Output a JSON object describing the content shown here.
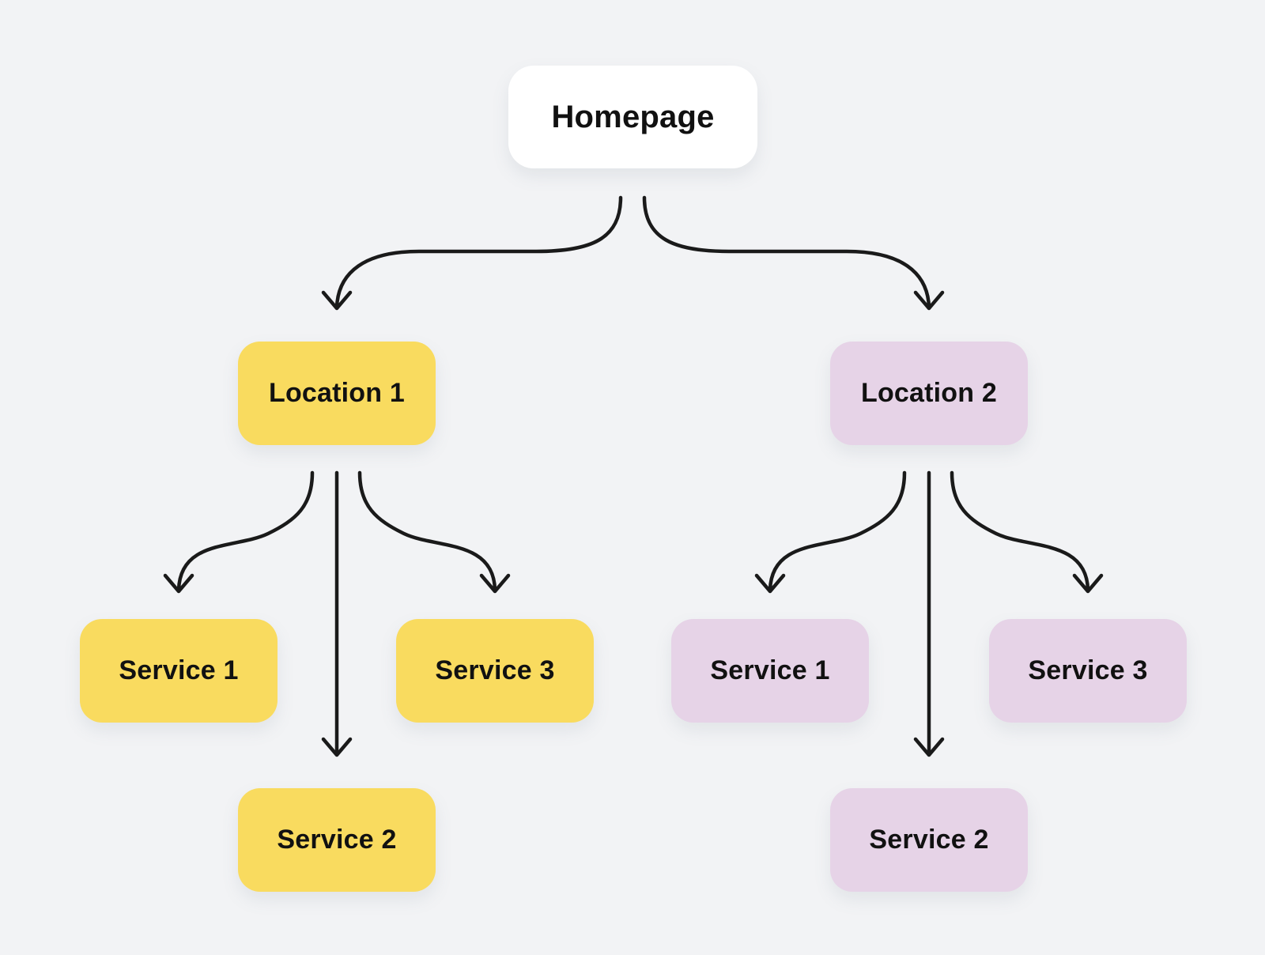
{
  "canvas": {
    "background_color": "#F2F3F5",
    "arrow_color": "#1A1A1A",
    "text_color": "#111111"
  },
  "tree": {
    "root": {
      "label": "Homepage",
      "bg": "#FFFFFF"
    },
    "branches": [
      {
        "location": {
          "label": "Location 1",
          "bg": "#F9DB5F"
        },
        "services": [
          {
            "label": "Service 1",
            "bg": "#F9DB5F"
          },
          {
            "label": "Service 2",
            "bg": "#F9DB5F"
          },
          {
            "label": "Service 3",
            "bg": "#F9DB5F"
          }
        ]
      },
      {
        "location": {
          "label": "Location 2",
          "bg": "#E6D3E7"
        },
        "services": [
          {
            "label": "Service 1",
            "bg": "#E6D3E7"
          },
          {
            "label": "Service 2",
            "bg": "#E6D3E7"
          },
          {
            "label": "Service 3",
            "bg": "#E6D3E7"
          }
        ]
      }
    ]
  }
}
